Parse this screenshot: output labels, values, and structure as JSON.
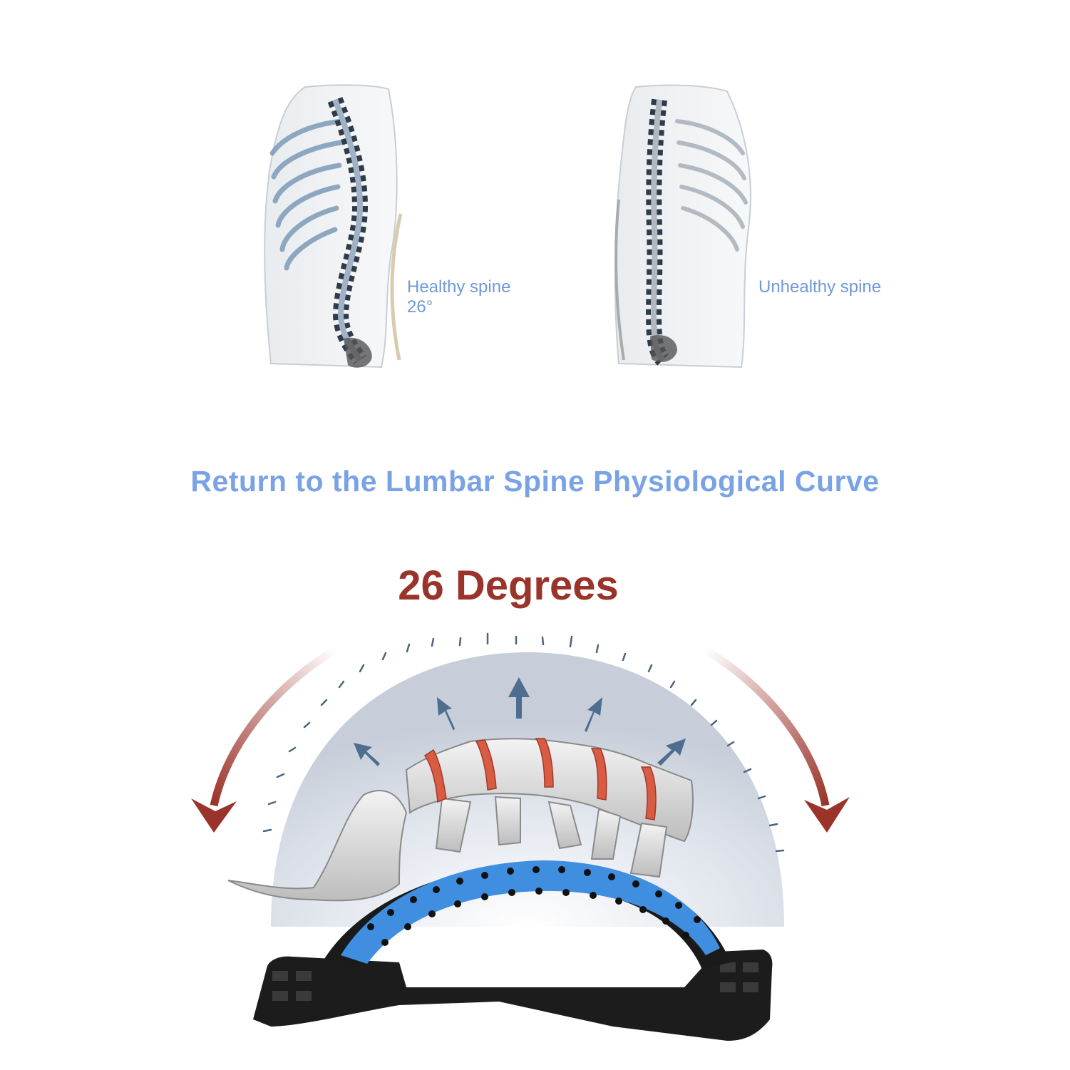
{
  "figures": {
    "healthy": {
      "label": "Healthy spine",
      "angle": "26°"
    },
    "unhealthy": {
      "label": "Unhealthy spine"
    }
  },
  "headline": "Return to the Lumbar Spine Physiological Curve",
  "degrees_title": "26 Degrees",
  "colors": {
    "label_blue": "#6f99d9",
    "headline_blue": "#7aa3e6",
    "degrees_red": "#9a3329",
    "stretcher_blue": "#3f8ee0",
    "stretcher_black": "#1a1a1a",
    "arrow_blue": "#4f6e8f",
    "disc_red": "#d85b44"
  }
}
